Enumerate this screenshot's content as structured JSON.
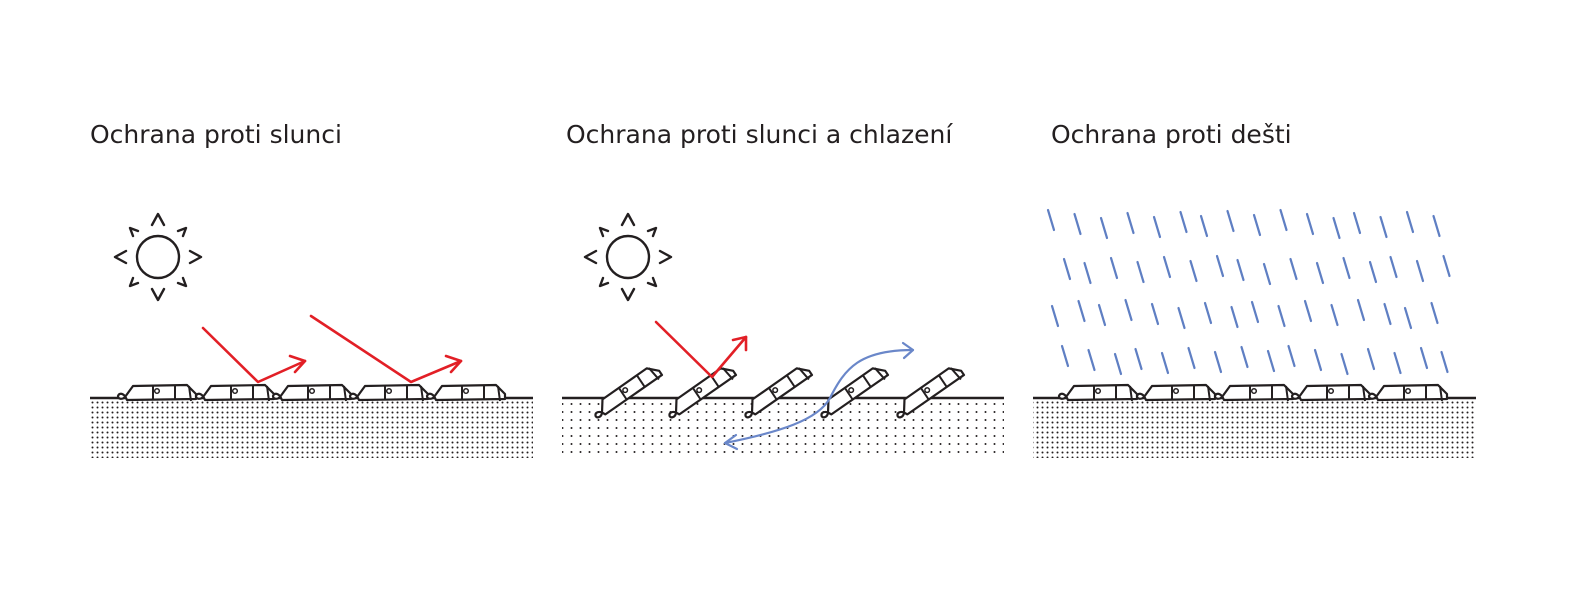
{
  "panels": [
    {
      "title": "Ochrana proti slunci"
    },
    {
      "title": "Ochrana proti slunci a chlazení"
    },
    {
      "title": "Ochrana proti dešti"
    }
  ],
  "colors": {
    "text": "#231f20",
    "sun_reflection_arrow": "#e21f26",
    "airflow_arrow": "#6a87c9",
    "rain": "#5f7fc3"
  },
  "icons": [
    "sun-icon",
    "rain-icon",
    "slat-icon"
  ]
}
